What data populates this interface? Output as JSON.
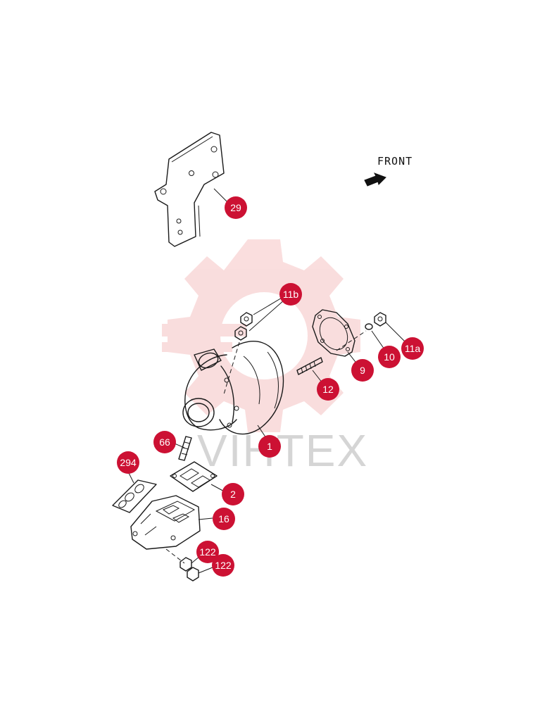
{
  "front_label": "FRONT",
  "watermark_text": "VIHTEX",
  "colors": {
    "callout": "#cc1133",
    "watermark": "#e03030",
    "line": "#1a1a1a"
  },
  "callouts": [
    "29",
    "11b",
    "11a",
    "10",
    "9",
    "12",
    "1",
    "66",
    "294",
    "2",
    "16",
    "122",
    "122"
  ]
}
